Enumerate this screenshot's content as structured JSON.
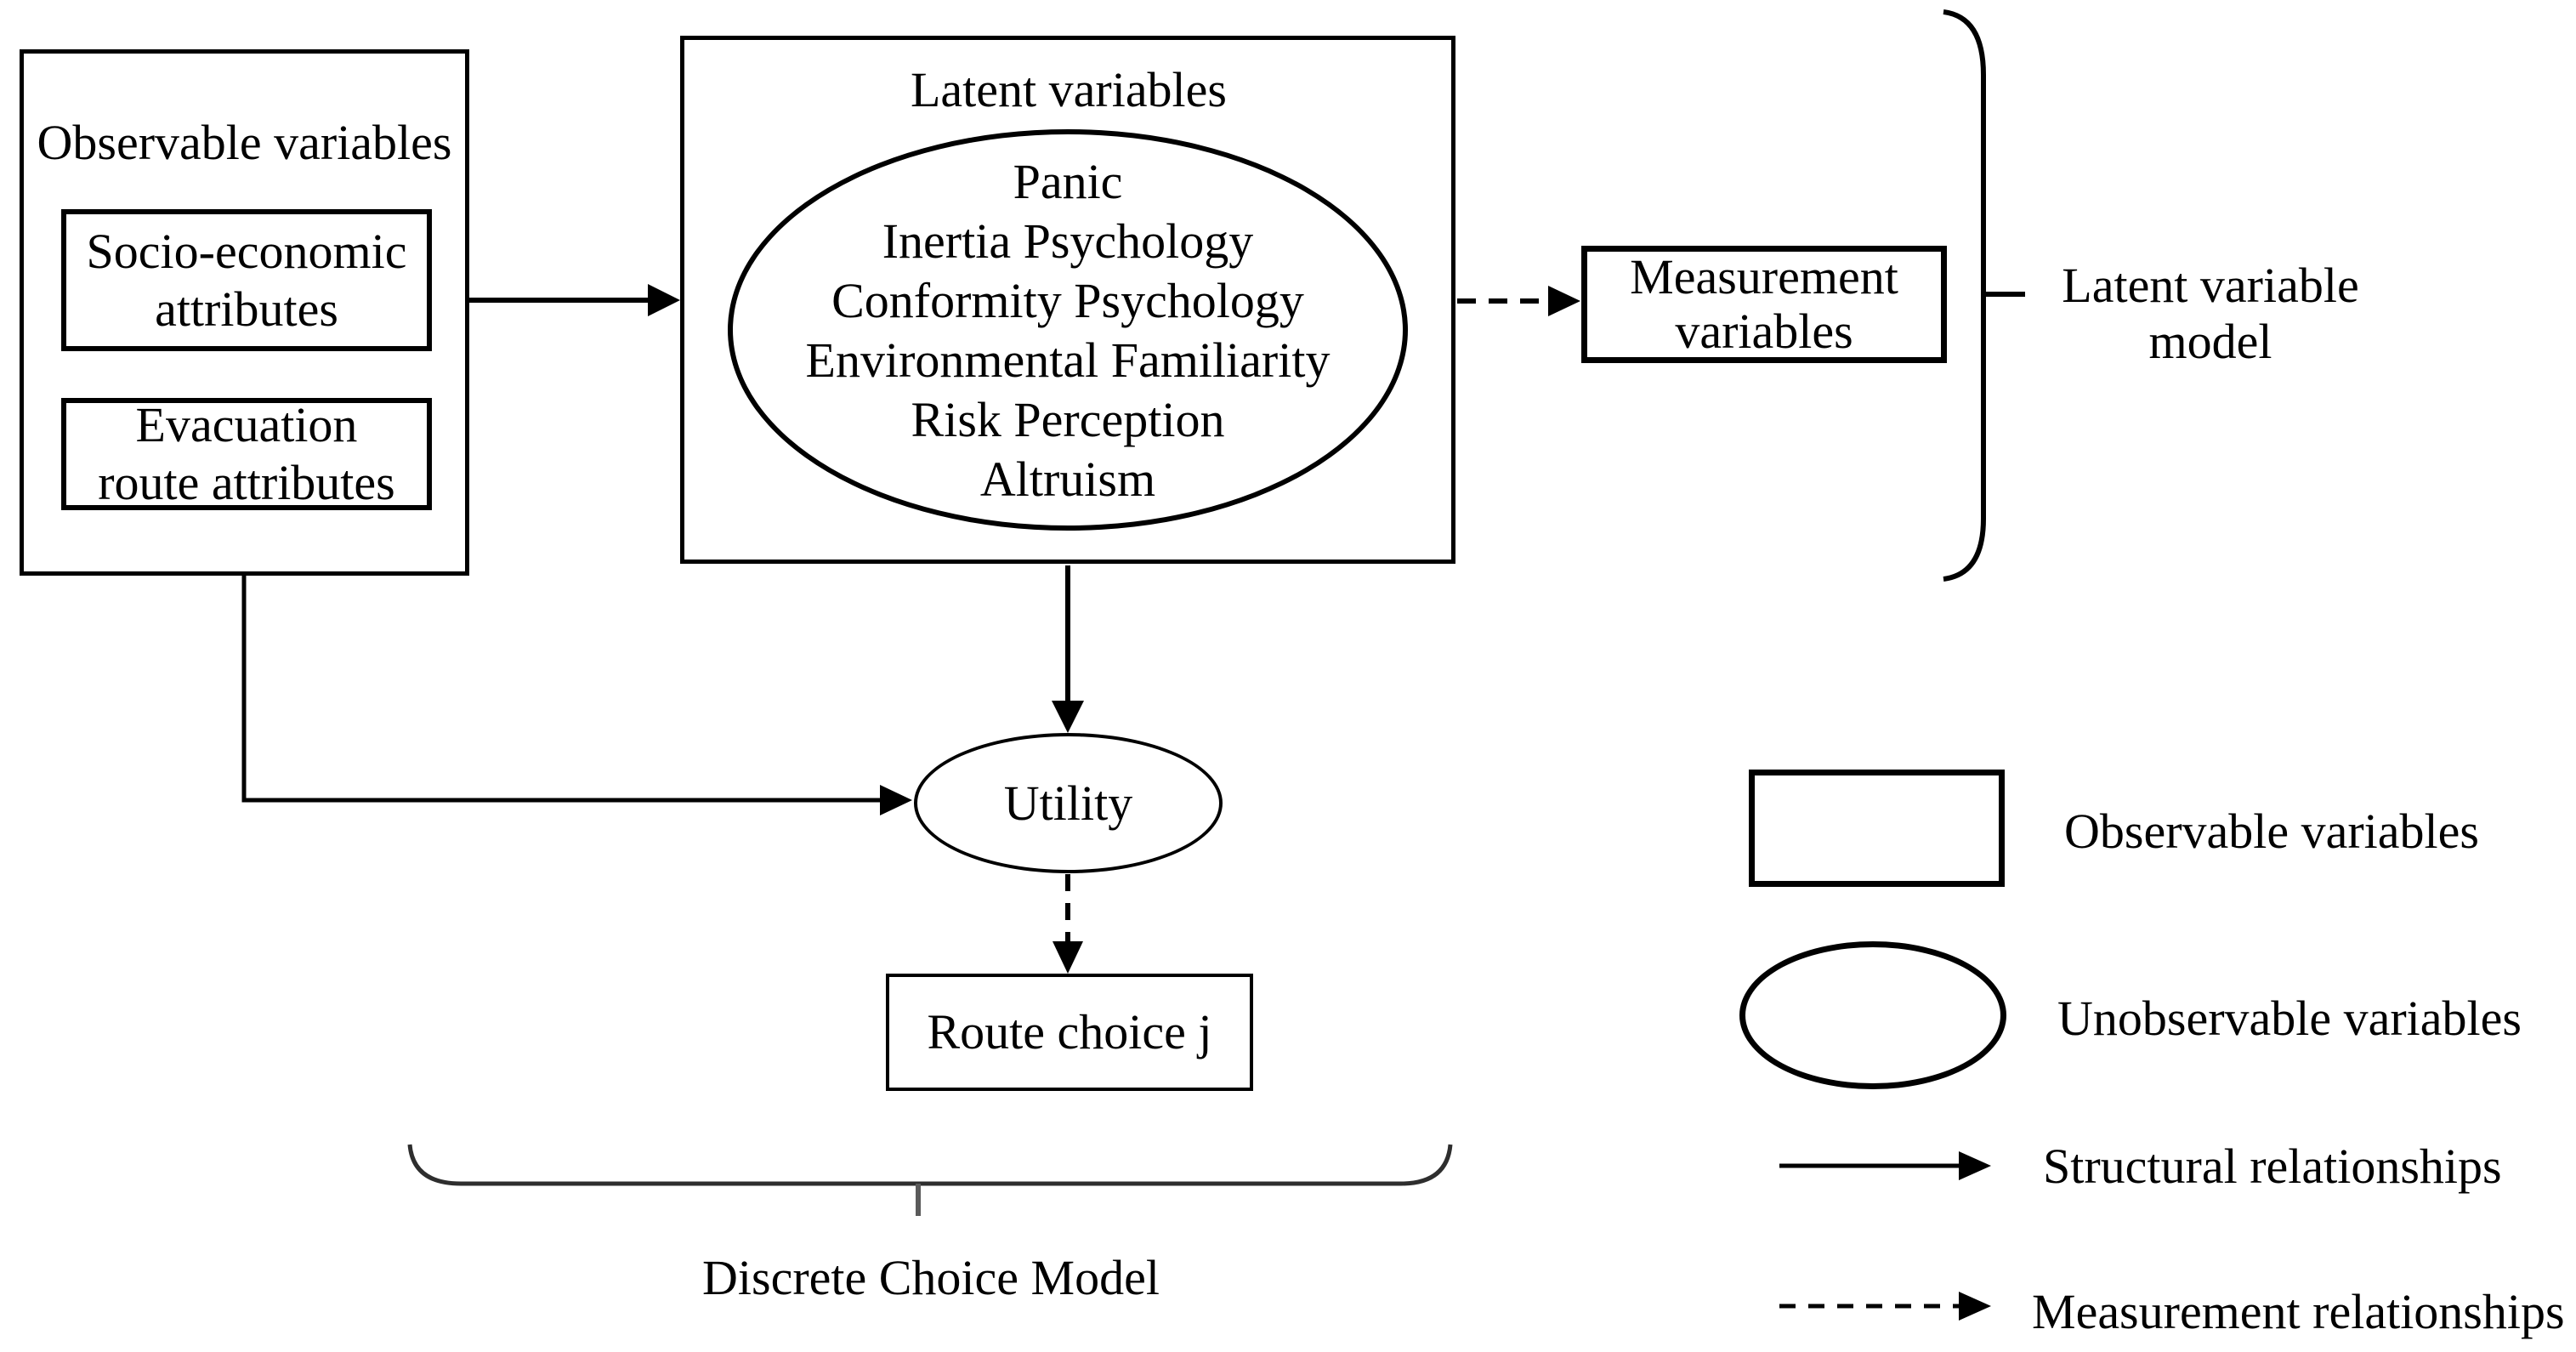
{
  "palette": {
    "ink": "#000000",
    "background": "#ffffff",
    "brace_gray": "#2e2e2e",
    "tick_gray": "#5a5a5a"
  },
  "observable_panel": {
    "title": "Observable variables",
    "socio_box": {
      "lines": [
        "Socio-economic",
        "attributes"
      ]
    },
    "evac_box": {
      "lines": [
        "Evacuation",
        "route attributes"
      ]
    }
  },
  "latent_panel": {
    "title": "Latent variables",
    "variables": [
      "Panic",
      "Inertia Psychology",
      "Conformity Psychology",
      "Environmental Familiarity",
      "Risk Perception",
      "Altruism"
    ]
  },
  "measurement_box": {
    "lines": [
      "Measurement",
      "variables"
    ]
  },
  "latent_model_brace_label": {
    "lines": [
      "Latent variable",
      "model"
    ]
  },
  "utility_ellipse": {
    "label": "Utility"
  },
  "route_choice_box": {
    "label": "Route choice j"
  },
  "discrete_choice_brace_label": "Discrete Choice Model",
  "legend": {
    "observable_label": "Observable variables",
    "unobservable_label": "Unobservable variables",
    "structural_label": "Structural relationships",
    "measurement_label": "Measurement relationships"
  }
}
